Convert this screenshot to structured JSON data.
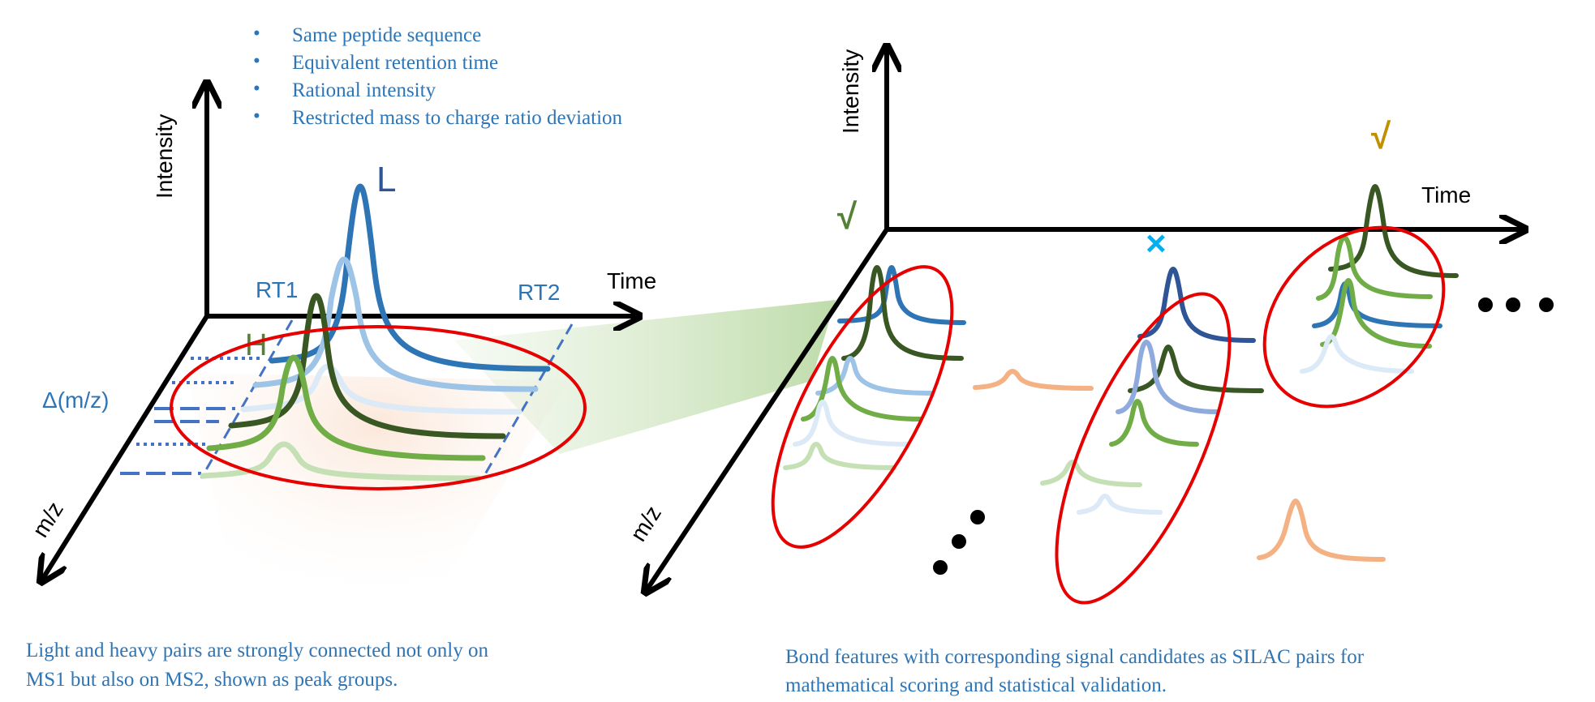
{
  "left_panel": {
    "bullets": [
      "Same peptide sequence",
      "Equivalent retention time",
      "Rational intensity",
      "Restricted mass to charge ratio deviation"
    ],
    "axis_intensity": "Intensity",
    "axis_time": "Time",
    "axis_mz": "m/z",
    "label_rt1": "RT1",
    "label_rt2": "RT2",
    "label_L": "L",
    "label_H": "H",
    "label_delta": "Δ(m/z)",
    "caption_line1": "Light and heavy pairs are strongly connected not only on",
    "caption_line2": "MS1 but also on MS2, shown as peak groups."
  },
  "right_panel": {
    "axis_intensity": "Intensity",
    "axis_time": "Time",
    "axis_mz": "m/z",
    "mark_check_green": "√",
    "mark_check_gold": "√",
    "mark_cross": "×",
    "caption_line1": "Bond features with corresponding signal candidates as SILAC pairs for",
    "caption_line2": "mathematical scoring and statistical validation."
  },
  "colors": {
    "dark_blue": "#2e75b6",
    "mid_blue": "#9dc3e6",
    "pale_blue": "#dce9f7",
    "dark_green": "#385723",
    "mid_green": "#70ad47",
    "pale_green": "#c5e0b4",
    "orange": "#f4b183",
    "ellipse_red": "#e60000",
    "check_green": "#548235",
    "check_gold": "#bf9000",
    "cross_cyan": "#00b0f0"
  }
}
